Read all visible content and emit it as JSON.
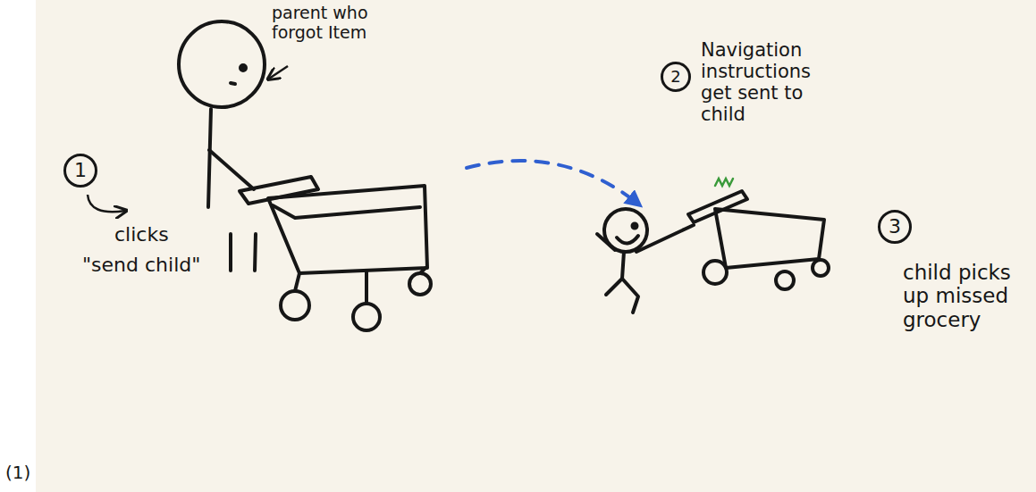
{
  "diagram": {
    "nodes": [
      {
        "text": [
          "1"
        ]
      },
      {
        "text": [
          "2"
        ]
      },
      {
        "text": [
          "3"
        ]
      }
    ],
    "labels": [
      "parent who forgot Item",
      "clicks",
      "\"send child\"",
      "Navigation instructions get sent to child",
      "child picks up missed grocery",
      "(1)"
    ]
  }
}
